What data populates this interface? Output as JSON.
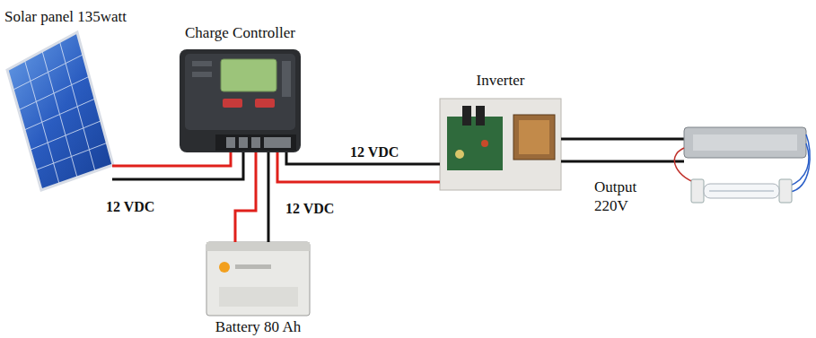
{
  "diagram": {
    "nodes": [
      {
        "text": [
          "Solar panel 135watt"
        ]
      },
      {
        "text": [
          "Charge Controller"
        ]
      },
      {
        "text": [
          "Inverter"
        ]
      },
      {
        "text": [
          "Battery 80 Ah"
        ]
      }
    ],
    "edges": [
      {
        "from": 0,
        "to": 1,
        "label": "12 VDC",
        "arrow": "none"
      },
      {
        "from": 1,
        "to": 3,
        "label": "12 VDC",
        "arrow": "none"
      },
      {
        "from": 1,
        "to": 2,
        "label": "12 VDC",
        "arrow": "none"
      }
    ],
    "labels": [
      "Output 220V"
    ]
  }
}
